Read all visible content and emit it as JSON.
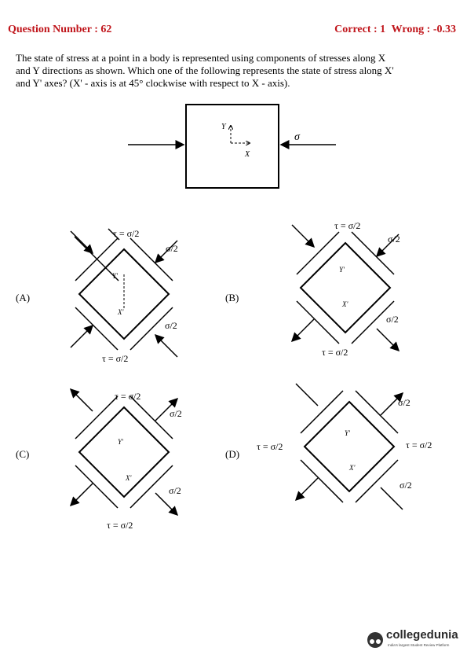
{
  "header": {
    "question_number": "Question Number : 62",
    "correct": "Correct : 1",
    "wrong": "Wrong : -0.33"
  },
  "question": {
    "line1": "The state of stress at a point in a body is represented using components of stresses along X",
    "line2": "and Y directions as shown. Which one of the following represents the state of stress along X'",
    "line3": "and Y' axes? (X' - axis is at 45° clockwise with respect to X - axis)."
  },
  "main_figure": {
    "sigma": "σ",
    "y_axis": "Y",
    "x_axis": "X"
  },
  "options": {
    "A": {
      "label": "(A)",
      "tau_top": "τ = σ/2",
      "tau_bottom": "τ = σ/2",
      "s1": "σ/2",
      "s2": "σ/2",
      "yp": "Y'",
      "xp": "X'"
    },
    "B": {
      "label": "(B)",
      "tau_top": "τ = σ/2",
      "tau_bottom": "τ = σ/2",
      "s1": "σ/2",
      "s2": "σ/2",
      "yp": "Y'",
      "xp": "X'"
    },
    "C": {
      "label": "(C)",
      "tau_top": "τ = σ/2",
      "tau_bottom": "τ = σ/2",
      "s1": "σ/2",
      "s2": "σ/2",
      "yp": "Y'",
      "xp": "X'"
    },
    "D": {
      "label": "(D)",
      "tau_left": "τ = σ/2",
      "tau_right": "τ = σ/2",
      "s1": "σ/2",
      "s2": "σ/2",
      "yp": "Y'",
      "xp": "X'"
    }
  },
  "footer": {
    "brand_main": "collegedunia",
    "brand_accent": "",
    "tagline": "India's largest Student Review Platform"
  },
  "colors": {
    "header_red": "#c0151b",
    "brand_orange": "#f26522"
  }
}
